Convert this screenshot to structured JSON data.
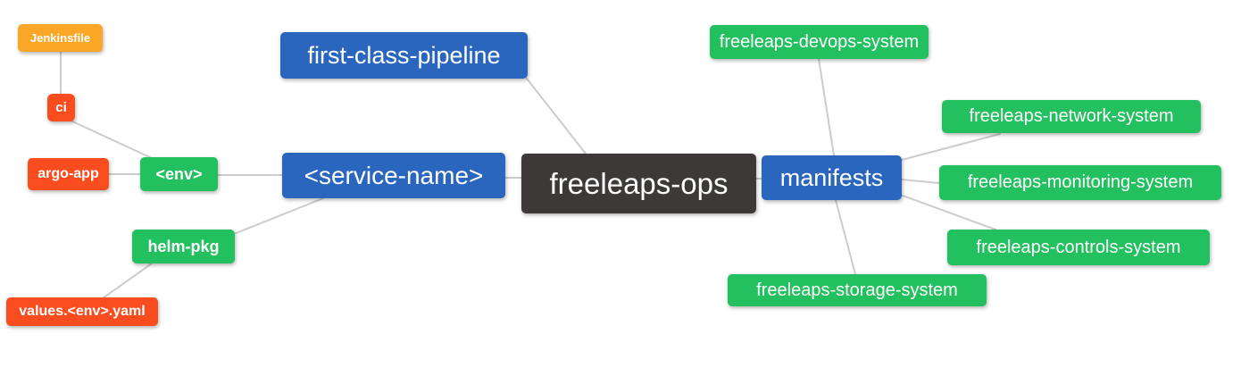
{
  "diagram": {
    "type": "mindmap",
    "root": "freeleaps-ops",
    "colors": {
      "primary_blue": "#2A66BE",
      "secondary_green": "#22C05E",
      "accent_red": "#F94D20",
      "accent_orange": "#FAA728",
      "root_dark": "#3C3938",
      "edge_gray": "#CCCCCC",
      "node_text": "#FFFFFF",
      "background": "#FFFFFF"
    },
    "nodes": {
      "freeleaps_ops": {
        "label": "freeleaps-ops"
      },
      "first_class_pipeline": {
        "label": "first-class-pipeline"
      },
      "service_name": {
        "label": "<service-name>"
      },
      "env": {
        "label": "<env>"
      },
      "ci": {
        "label": "ci"
      },
      "jenkinsfile": {
        "label": "Jenkinsfile"
      },
      "argo_app": {
        "label": "argo-app"
      },
      "helm_pkg": {
        "label": "helm-pkg"
      },
      "values_env_yaml": {
        "label": "values.<env>.yaml"
      },
      "manifests": {
        "label": "manifests"
      },
      "devops_system": {
        "label": "freeleaps-devops-system"
      },
      "network_system": {
        "label": "freeleaps-network-system"
      },
      "monitoring_system": {
        "label": "freeleaps-monitoring-system"
      },
      "controls_system": {
        "label": "freeleaps-controls-system"
      },
      "storage_system": {
        "label": "freeleaps-storage-system"
      }
    },
    "edges": [
      {
        "from": "jenkinsfile",
        "to": "ci"
      },
      {
        "from": "ci",
        "to": "env"
      },
      {
        "from": "argo_app",
        "to": "env"
      },
      {
        "from": "env",
        "to": "service_name"
      },
      {
        "from": "service_name",
        "to": "helm_pkg"
      },
      {
        "from": "helm_pkg",
        "to": "values_env_yaml"
      },
      {
        "from": "service_name",
        "to": "freeleaps_ops"
      },
      {
        "from": "first_class_pipeline",
        "to": "freeleaps_ops"
      },
      {
        "from": "freeleaps_ops",
        "to": "manifests"
      },
      {
        "from": "manifests",
        "to": "devops_system"
      },
      {
        "from": "manifests",
        "to": "network_system"
      },
      {
        "from": "manifests",
        "to": "monitoring_system"
      },
      {
        "from": "manifests",
        "to": "controls_system"
      },
      {
        "from": "manifests",
        "to": "storage_system"
      }
    ]
  }
}
